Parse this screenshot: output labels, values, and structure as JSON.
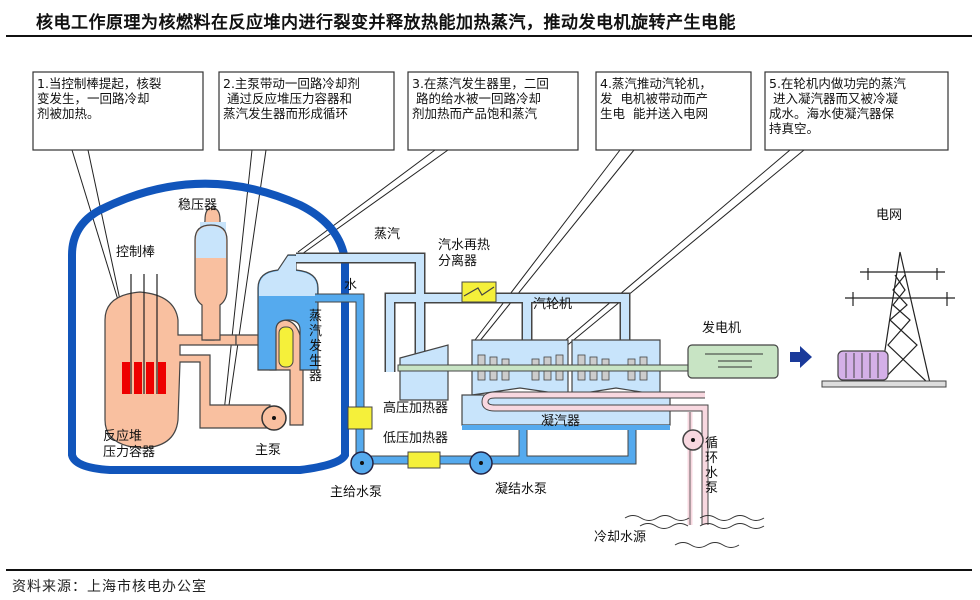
{
  "title": "核电工作原理为核燃料在反应堆内进行裂变并释放热能加热蒸汽，推动发电机旋转产生电能",
  "source": "资料来源：上海市核电办公室",
  "callouts": [
    {
      "lines": [
        "1.当控制棒提起，核裂",
        "变发生，一回路冷却",
        "剂被加热。"
      ]
    },
    {
      "lines": [
        "2.主泵带动一回路冷却剂",
        " 通过反应堆压力容器和",
        "蒸汽发生器而形成循环"
      ]
    },
    {
      "lines": [
        "3.在蒸汽发生器里，二回",
        " 路的给水被一回路冷却",
        "剂加热而产品饱和蒸汽"
      ]
    },
    {
      "lines": [
        "4.蒸汽推动汽轮机，",
        "发  电机被带动而产",
        "生电  能并送入电网"
      ]
    },
    {
      "lines": [
        "5.在轮机内做功完的蒸汽",
        " 进入凝汽器而又被冷凝",
        "成水。海水使凝汽器保",
        "持真空。"
      ]
    }
  ],
  "labels": {
    "pressurizer": "稳压器",
    "control_rods": "控制棒",
    "reactor_vessel_1": "反应堆",
    "reactor_vessel_2": "压力容器",
    "main_pump": "主泵",
    "steam_gen": [
      "蒸",
      "汽",
      "发",
      "生",
      "器"
    ],
    "water": "水",
    "steam": "蒸汽",
    "msr_1": "汽水再热",
    "msr_2": "分离器",
    "turbine": "汽轮机",
    "hp_heater": "高压加热器",
    "lp_heater": "低压加热器",
    "condenser": "凝汽器",
    "feed_pump": "主给水泵",
    "cond_pump": "凝结水泵",
    "circ_pump": [
      "循",
      "环",
      "水",
      "泵"
    ],
    "cooling_source": "冷却水源",
    "generator": "发电机",
    "grid": "电网"
  },
  "colors": {
    "containment": "#1155bb",
    "primary_loop": "#f9c0a0",
    "steam_pipe": "#c8e4fb",
    "water_pipe": "#55aaee",
    "cooling_pipe": "#f8d8e0",
    "heater": "#f5f03a",
    "fuel": "#ee0000",
    "generator": "#c8e4c4",
    "transformer": "#d4b0e8",
    "arrow": "#1a3a9a"
  }
}
